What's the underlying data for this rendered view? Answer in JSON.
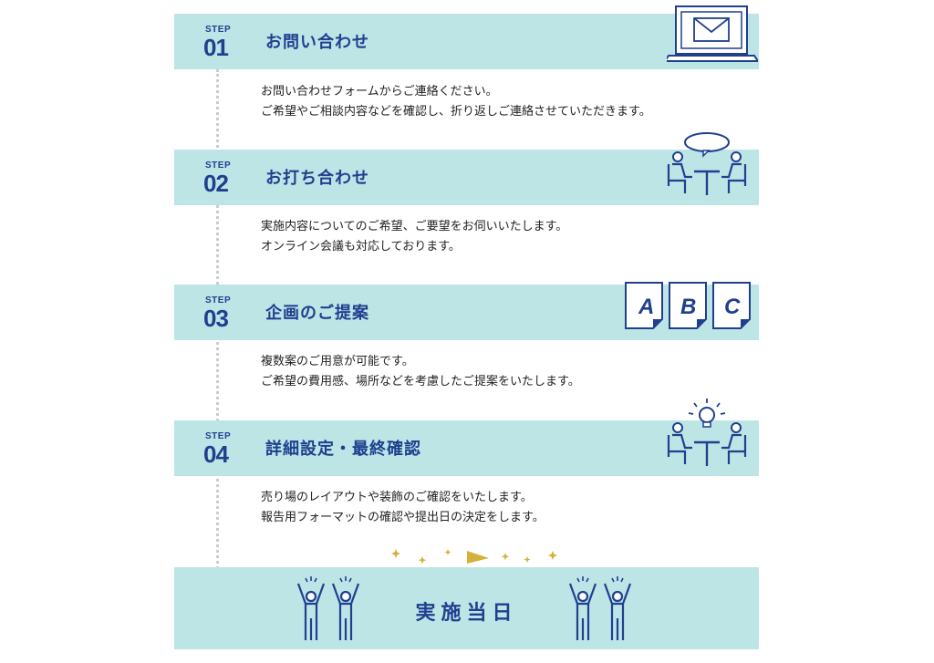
{
  "steps": [
    {
      "label": "STEP",
      "number": "01",
      "title": "お問い合わせ",
      "icon": "laptop-mail-icon",
      "lines": [
        "お問い合わせフォームからご連絡ください。",
        "ご希望やご相談内容などを確認し、折り返しご連絡させていただきます。"
      ]
    },
    {
      "label": "STEP",
      "number": "02",
      "title": "お打ち合わせ",
      "icon": "meeting-icon",
      "lines": [
        "実施内容についてのご希望、ご要望をお伺いいたします。",
        "オンライン会議も対応しております。"
      ]
    },
    {
      "label": "STEP",
      "number": "03",
      "title": "企画のご提案",
      "icon": "abc-documents-icon",
      "icon_letters": [
        "A",
        "B",
        "C"
      ],
      "lines": [
        "複数案のご用意が可能です。",
        "ご希望の費用感、場所などを考慮したご提案をいたします。"
      ]
    },
    {
      "label": "STEP",
      "number": "04",
      "title": "詳細設定・最終確認",
      "icon": "idea-meeting-icon",
      "lines": [
        "売り場のレイアウトや装飾のご確認をいたします。",
        "報告用フォーマットの確認や提出日の決定をします。"
      ]
    }
  ],
  "final": {
    "title": "実施当日",
    "icon": "cheering-people-icon"
  },
  "colors": {
    "bar": "#bde5e6",
    "navy": "#1f3f8f",
    "gold": "#d4b23a",
    "dots": "#c9ccd1"
  }
}
